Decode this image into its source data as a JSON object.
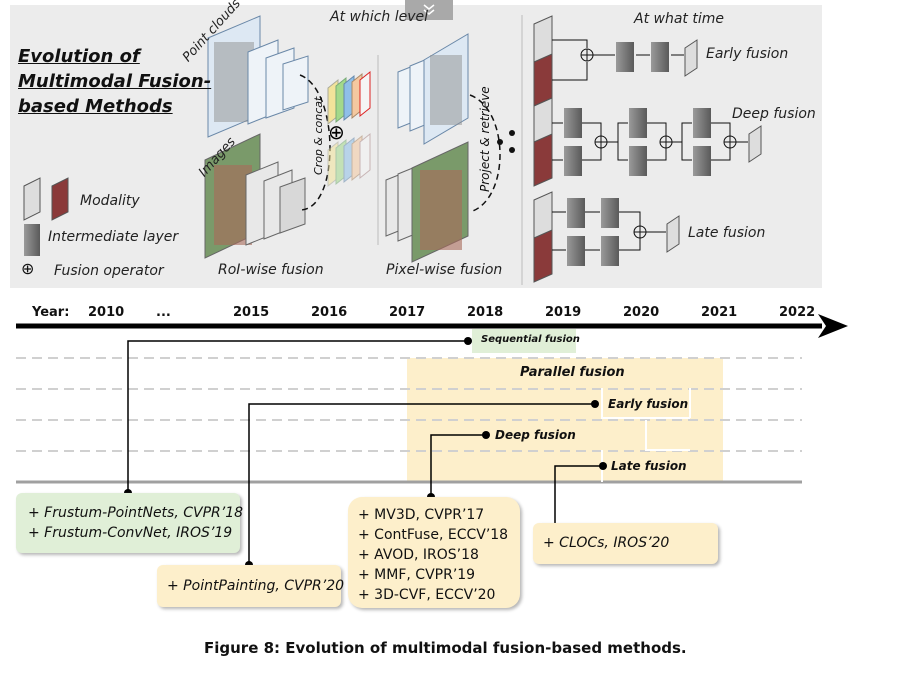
{
  "panel": {
    "title_lines": [
      "Evolution of",
      "Multimodal Fusion-",
      "based Methods"
    ],
    "at_which_level": "At which level",
    "at_what_time": "At what time",
    "point_clouds": "Point clouds",
    "images": "Images",
    "crop_concat": "Crop & concat",
    "project_retrieve": "Project & retrieve",
    "roi_wise": "RoI-wise fusion",
    "pixel_wise": "Pixel-wise fusion",
    "early_fusion": "Early fusion",
    "deep_fusion": "Deep fusion",
    "late_fusion": "Late fusion",
    "legend": {
      "modality": "Modality",
      "intermediate": "Intermediate layer",
      "operator_symbol": "⊕",
      "operator": "Fusion operator"
    }
  },
  "timeline": {
    "year_label": "Year:",
    "years": [
      "2010",
      "...",
      "2015",
      "2016",
      "2017",
      "2018",
      "2019",
      "2020",
      "2021",
      "2022"
    ],
    "sequential": "Sequential fusion",
    "parallel": "Parallel fusion",
    "early": "Early fusion",
    "deep": "Deep fusion",
    "late": "Late fusion"
  },
  "boxes": {
    "frustum": [
      "+ Frustum-PointNets, CVPR’18",
      "+ Frustum-ConvNet, IROS’19"
    ],
    "pointpainting": [
      "+ PointPainting, CVPR’20"
    ],
    "deep": [
      "+ MV3D, CVPR’17",
      "+ ContFuse, ECCV’18",
      "+ AVOD, IROS’18",
      "+ MMF, CVPR’19",
      "+ 3D-CVF, ECCV’20"
    ],
    "clocs": [
      "+ CLOCs, IROS’20"
    ]
  },
  "caption": "Figure 8: Evolution of multimodal fusion-based methods.",
  "colors": {
    "panel_bg": "#ececec",
    "green_box": "#e0efd7",
    "yellow_box": "#fdefcb",
    "timeline": "#000000"
  }
}
